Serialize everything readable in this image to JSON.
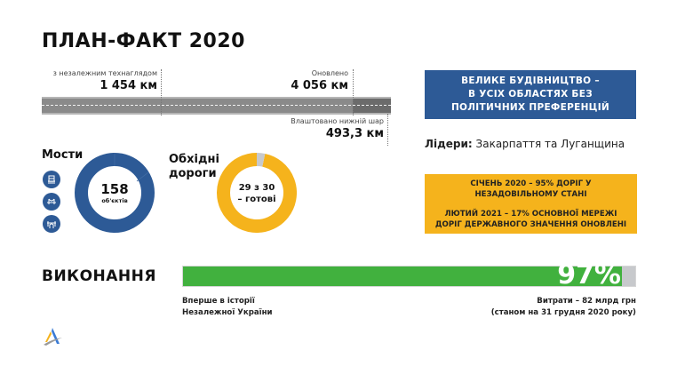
{
  "title": "ПЛАН-ФАКТ 2020",
  "road": {
    "supervised": {
      "label": "з незалежним технаглядом",
      "value": "1 454 км"
    },
    "renewed": {
      "label": "Оновлено",
      "value": "4 056 км"
    },
    "lower_layer": {
      "label": "Влаштовано нижній шар",
      "value": "493,3 км"
    }
  },
  "bridges": {
    "heading": "Мости",
    "icons": [
      "bridge-tower-icon",
      "suspension-bridge-icon",
      "arch-bridge-icon"
    ],
    "count": "158",
    "unit": "об'єктів",
    "color": "#2d5a96"
  },
  "bypass": {
    "heading_line1": "Обхідні",
    "heading_line2": "дороги",
    "center_line1": "29 з 30",
    "center_line2": "– готові",
    "done": 29,
    "total": 30,
    "done_color": "#f5b31c",
    "remaining_color": "#c7c9cc"
  },
  "blue_box": {
    "line1": "ВЕЛИКЕ БУДІВНИЦТВО –",
    "line2": "В УСІХ ОБЛАСТЯХ БЕЗ",
    "line3": "ПОЛІТИЧНИХ ПРЕФЕРЕНЦІЙ"
  },
  "leaders": {
    "label": "Лідери:",
    "value": " Закарпаття та Луганщина"
  },
  "yellow_box": {
    "p1_line1": "СІЧЕНЬ 2020 – 95% ДОРІГ У",
    "p1_line2": "НЕЗАДОВІЛЬНОМУ СТАНІ",
    "p2_line1": "ЛЮТИЙ 2021 – 17% ОСНОВНОЇ МЕРЕЖІ",
    "p2_line2": "ДОРІГ ДЕРЖАВНОГО ЗНАЧЕННЯ ОНОВЛЕНІ"
  },
  "execution": {
    "heading": "ВИКОНАННЯ",
    "percent_label": "97%",
    "percent": 97,
    "note_left_line1": "Вперше в історії",
    "note_left_line2": "Незалежної України",
    "note_right_line1": "Витрати – 82 млрд грн",
    "note_right_line2": "(станом на 31 грудня 2020 року)",
    "fill_color": "#41b13e"
  },
  "logo": "ukravtodor-logo-icon"
}
